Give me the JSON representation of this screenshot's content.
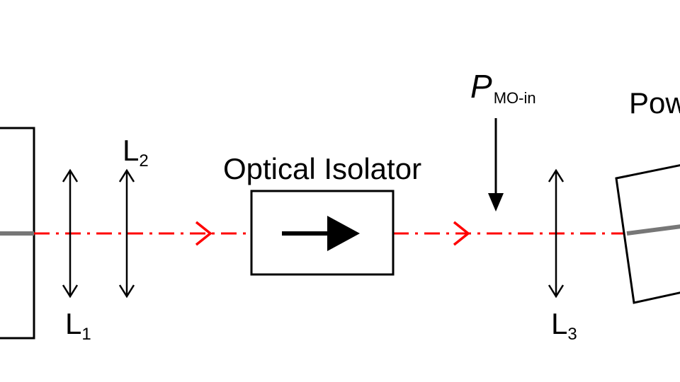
{
  "labels": {
    "lens1": {
      "main": "L",
      "sub": "1"
    },
    "lens2": {
      "main": "L",
      "sub": "2"
    },
    "lens3": {
      "main": "L",
      "sub": "3"
    },
    "isolator": "Optical Isolator",
    "power_in": {
      "main": "P",
      "sub": "MO-in"
    },
    "amplifier_partial": "Pow"
  },
  "colors": {
    "beam": "#ff0000",
    "fiber": "#777777",
    "outline": "#000000"
  }
}
